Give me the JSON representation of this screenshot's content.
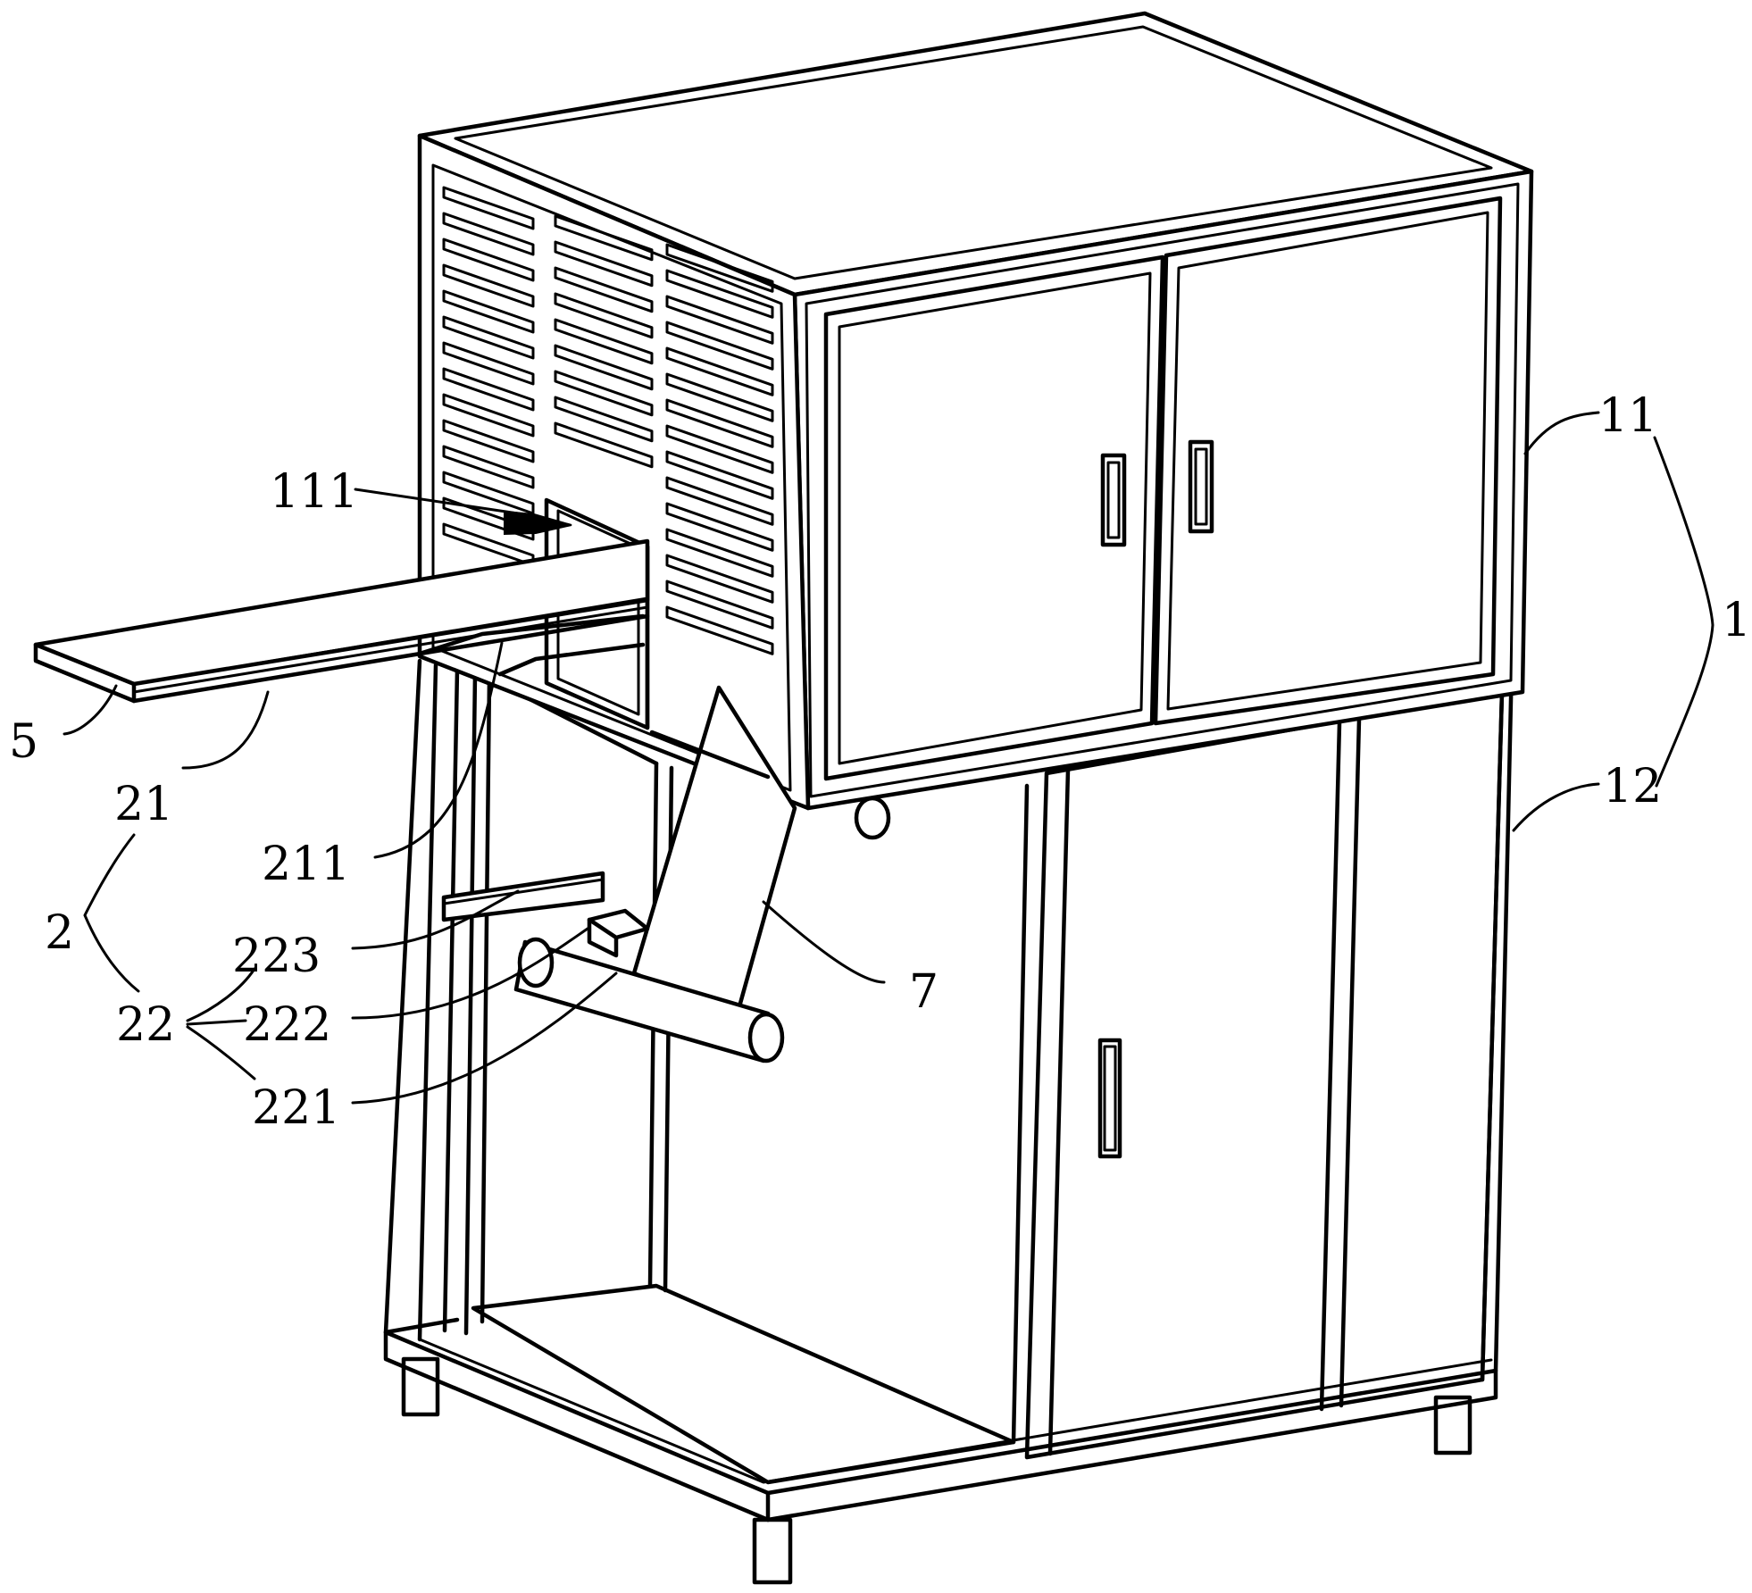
{
  "figure": {
    "labels": {
      "l1": "1",
      "l11": "11",
      "l12": "12",
      "l111": "111",
      "l5": "5",
      "l21": "21",
      "l211": "211",
      "l2": "2",
      "l22": "22",
      "l223": "223",
      "l222": "222",
      "l221": "221",
      "l7": "7"
    },
    "colors": {
      "line": "#000000",
      "background": "#ffffff"
    }
  }
}
